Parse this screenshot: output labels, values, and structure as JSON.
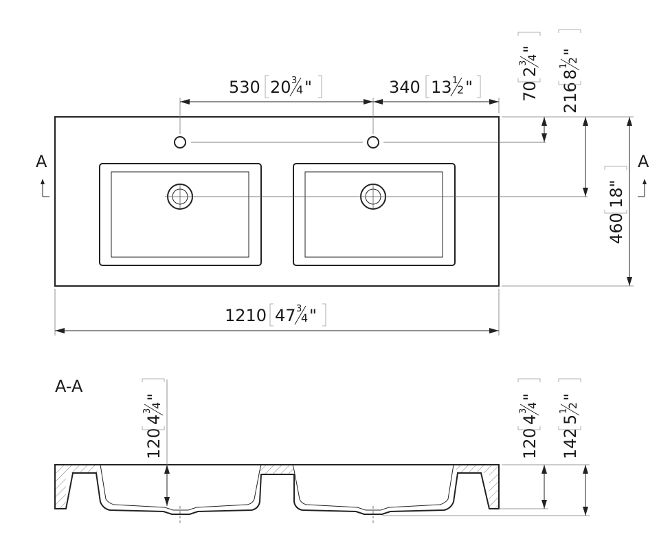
{
  "section_marker": "A",
  "section_title": "A-A",
  "dimensions": {
    "hole_spacing": {
      "mm": "530",
      "in_whole": "20",
      "in_num": "3",
      "in_den": "4",
      "in_mark": "\""
    },
    "hole_edge": {
      "mm": "340",
      "in_whole": "13",
      "in_num": "1",
      "in_den": "2",
      "in_mark": "\""
    },
    "hole_offset": {
      "mm": "70",
      "in_whole": "2",
      "in_num": "3",
      "in_den": "4",
      "in_mark": "\""
    },
    "drain_offset": {
      "mm": "216",
      "in_whole": "8",
      "in_num": "1",
      "in_den": "2",
      "in_mark": "\""
    },
    "depth_total": {
      "mm": "460",
      "in_text": "18\""
    },
    "width_total": {
      "mm": "1210",
      "in_whole": "47",
      "in_num": "3",
      "in_den": "4",
      "in_mark": "\""
    },
    "section_left_height": {
      "mm": "120",
      "in_whole": "4",
      "in_num": "3",
      "in_den": "4",
      "in_mark": "\""
    },
    "section_right_height": {
      "mm": "120",
      "in_whole": "4",
      "in_num": "3",
      "in_den": "4",
      "in_mark": "\""
    },
    "section_total_height": {
      "mm": "142",
      "in_whole": "5",
      "in_num": "1",
      "in_den": "2",
      "in_mark": "\""
    }
  }
}
